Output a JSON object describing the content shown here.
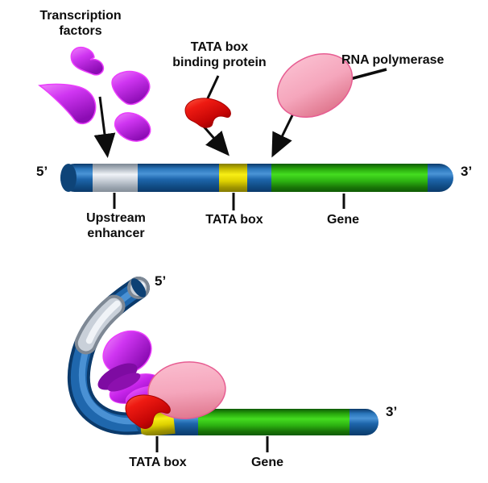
{
  "diagram": {
    "top": {
      "transcription_factors": "Transcription factors",
      "tata_box_binding_protein": "TATA box binding protein",
      "rna_polymerase": "RNA polymerase",
      "five_prime": "5’",
      "three_prime": "3’",
      "upstream_enhancer": "Upstream enhancer",
      "tata_box": "TATA box",
      "gene": "Gene"
    },
    "bottom": {
      "five_prime": "5’",
      "three_prime": "3’",
      "tata_box": "TATA box",
      "gene": "Gene"
    },
    "colors": {
      "dna_blue": "#1d63a9",
      "enhancer_silver": "#c3cad4",
      "tata_yellow": "#f3e90c",
      "gene_green": "#35c714",
      "transcription_factor_magenta": "#c32bee",
      "tbp_red": "#dd0b0b",
      "rna_polymerase_pink": "#f5a6bc",
      "label_text": "#0d0d0d"
    }
  }
}
